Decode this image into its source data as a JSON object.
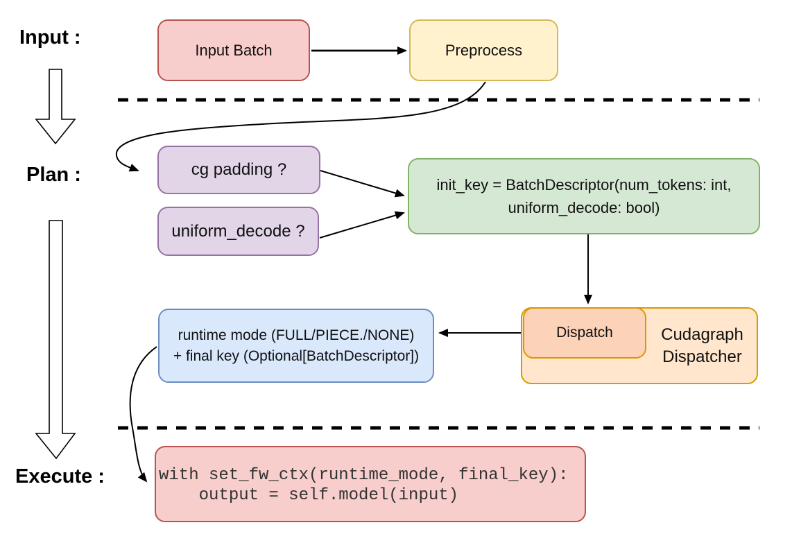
{
  "diagram": {
    "stages": [
      {
        "id": "input",
        "label": "Input :"
      },
      {
        "id": "plan",
        "label": "Plan :"
      },
      {
        "id": "execute",
        "label": "Execute :"
      }
    ],
    "nodes": {
      "input_batch": {
        "label": "Input Batch",
        "fill": "#f8cecc",
        "stroke": "#b85450"
      },
      "preprocess": {
        "label": "Preprocess",
        "fill": "#fff2cc",
        "stroke": "#d6b656"
      },
      "cg_padding": {
        "label": "cg padding ?",
        "fill": "#e1d5e7",
        "stroke": "#9673a6"
      },
      "uniform_decode": {
        "label": "uniform_decode ?",
        "fill": "#e1d5e7",
        "stroke": "#9673a6"
      },
      "init_key": {
        "line1": "init_key = BatchDescriptor(num_tokens: int,",
        "line2": "uniform_decode: bool)",
        "fill": "#d5e8d4",
        "stroke": "#82b366"
      },
      "cudagraph_dispatcher": {
        "line1": "Cudagraph",
        "line2": "Dispatcher",
        "fill": "#ffe6cc",
        "stroke": "#d79b00"
      },
      "dispatch": {
        "label": "Dispatch",
        "fill": "#fcd2b8",
        "stroke": "#d79b00"
      },
      "runtime_output": {
        "line1": "runtime mode (FULL/PIECE./NONE)",
        "line2": "+ final key (Optional[BatchDescriptor])",
        "fill": "#dae8fc",
        "stroke": "#6c8ebf"
      },
      "execute_code": {
        "line1": "with set_fw_ctx(runtime_mode, final_key):",
        "line2": "    output = self.model(input)",
        "fill": "#f8cecc",
        "stroke": "#b85450"
      }
    }
  }
}
